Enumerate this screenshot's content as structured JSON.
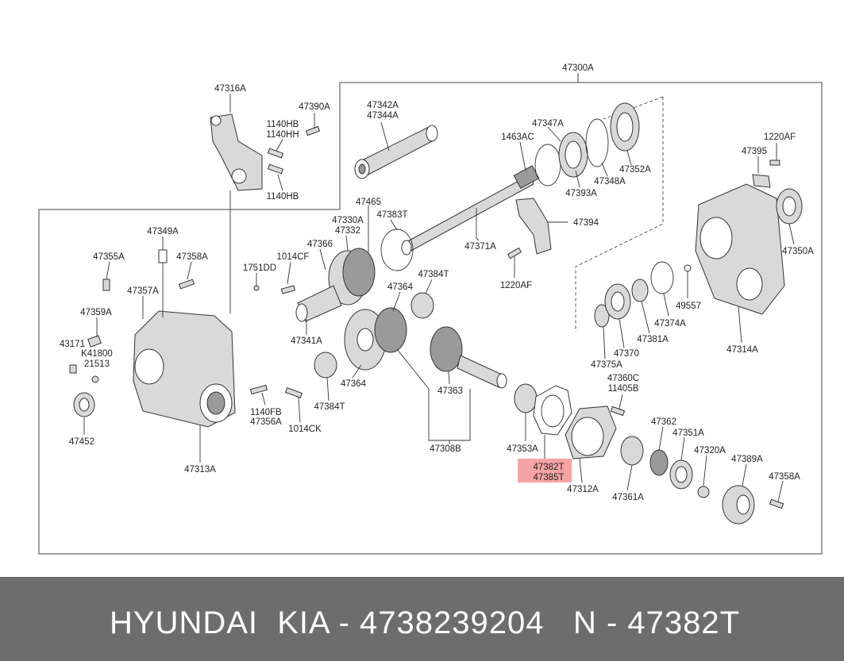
{
  "labels": {
    "l47300A": "47300A",
    "l47316A": "47316A",
    "l47390A": "47390A",
    "l1140HB_a": "1140HB",
    "l1140HH": "1140HH",
    "l1140HB_b": "1140HB",
    "l47342A": "47342A",
    "l47344A": "47344A",
    "l47347A": "47347A",
    "l1463AC": "1463AC",
    "l47352A": "47352A",
    "l47348A": "47348A",
    "l47393A": "47393A",
    "l1220AF_a": "1220AF",
    "l47395": "47395",
    "l47394": "47394",
    "l47465": "47465",
    "l47330A": "47330A",
    "l47332": "47332",
    "l47383T": "47383T",
    "l47371A": "47371A",
    "l47366": "47366",
    "l1014CF": "1014CF",
    "l1751DD": "1751DD",
    "l1220AF_b": "1220AF",
    "l47350A": "47350A",
    "l47349A": "47349A",
    "l47355A": "47355A",
    "l47358A_a": "47358A",
    "l47357A": "47357A",
    "l47359A": "47359A",
    "l43171": "43171",
    "lK41800": "K41800",
    "l21513": "21513",
    "l47452": "47452",
    "l47364_a": "47364",
    "l47384T_a": "47384T",
    "l47341A": "47341A",
    "l47364_b": "47364",
    "l47363": "47363",
    "l47384T_b": "47384T",
    "l1140FB": "1140FB",
    "l47356A": "47356A",
    "l1014CK": "1014CK",
    "l47313A": "47313A",
    "l47308B": "47308B",
    "l47353A": "47353A",
    "l47382T": "47382T",
    "l47385T": "47385T",
    "l47312A": "47312A",
    "l47360C": "47360C",
    "l11405B": "11405B",
    "l47362": "47362",
    "l47351A": "47351A",
    "l47320A": "47320A",
    "l47389A": "47389A",
    "l47358A_b": "47358A",
    "l47361A": "47361A",
    "l47370": "47370",
    "l47375A": "47375A",
    "l47381A": "47381A",
    "l47374A": "47374A",
    "l49557": "49557",
    "l47314A": "47314A"
  },
  "highlight": {
    "color": "#f5a3a3",
    "part": "47382T"
  },
  "footer": {
    "brand": "HYUNDAI  KIA - 4738239204",
    "part": "N - 47382T",
    "background": "#6d6d6d"
  }
}
